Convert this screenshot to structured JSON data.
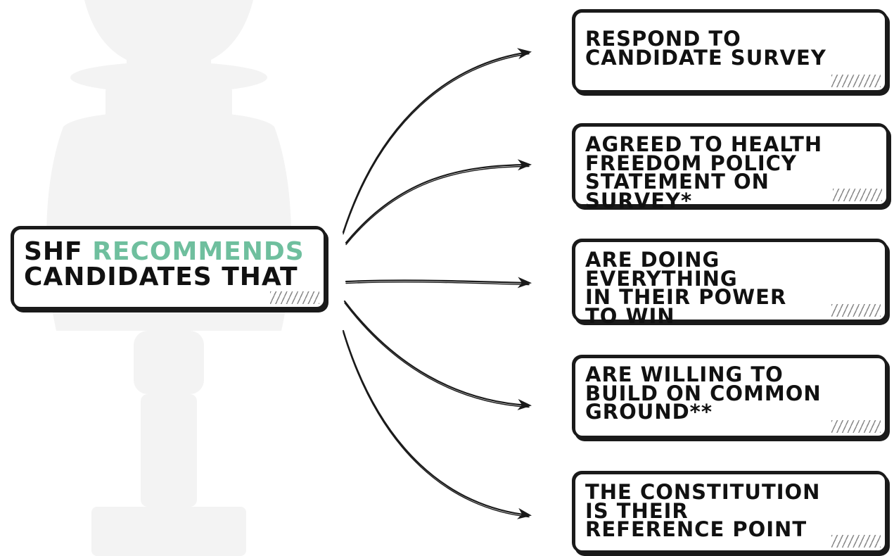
{
  "colors": {
    "accent": "#6fbf9e",
    "text": "#111111",
    "stroke": "#1a1a1a",
    "background": "#ffffff",
    "watermark": "#f3f3f3"
  },
  "source": {
    "prefix": "SHF ",
    "highlight": "RECOMMENDS",
    "suffix": "CANDIDATES THAT"
  },
  "targets": [
    {
      "label": "RESPOND TO\nCANDIDATE SURVEY"
    },
    {
      "label": "AGREED TO HEALTH\nFREEDOM POLICY\nSTATEMENT ON SURVEY*"
    },
    {
      "label": "ARE DOING EVERYTHING\nIN THEIR POWER\nTO WIN"
    },
    {
      "label": "ARE WILLING TO\nBUILD ON COMMON\nGROUND**"
    },
    {
      "label": "THE CONSTITUTION\n IS THEIR\nREFERENCE POINT"
    }
  ],
  "watermark_icon": "statue-silhouette-icon"
}
